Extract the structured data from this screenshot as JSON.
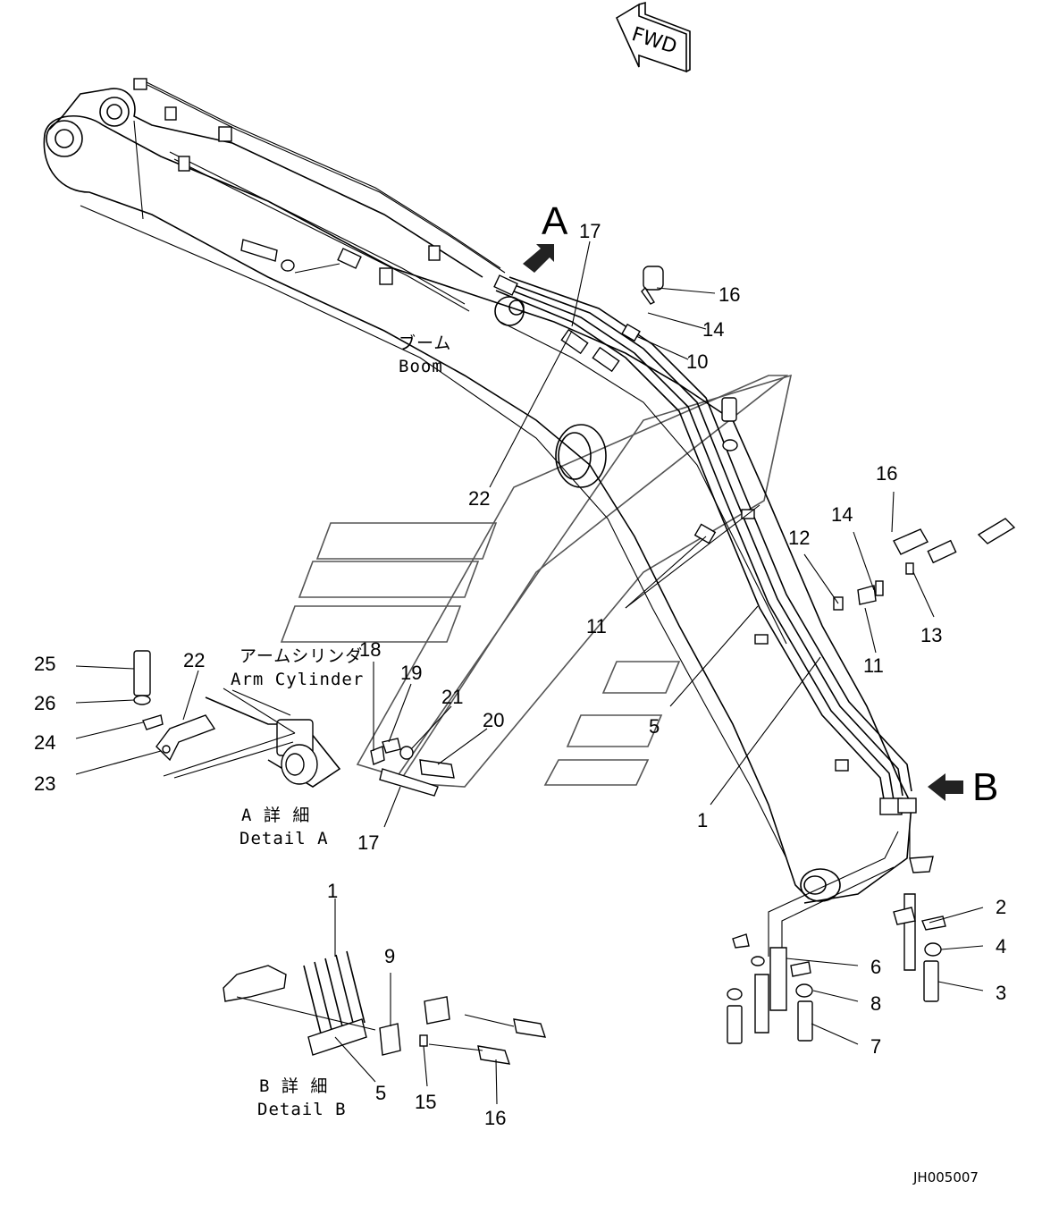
{
  "title": "",
  "fwd_label": "FWD",
  "view_markers": {
    "a": "A",
    "b": "B"
  },
  "labels": {
    "boom_jp": "ブーム",
    "boom_en": "Boom",
    "arm_cylinder_jp": "アームシリンダ",
    "arm_cylinder_en": "Arm Cylinder",
    "detail_a_jp": "A 詳 細",
    "detail_a_en": "Detail A",
    "detail_b_jp": "B 詳 細",
    "detail_b_en": "Detail B"
  },
  "callouts": {
    "c17a": "17",
    "c16a": "16",
    "c14a": "14",
    "c10": "10",
    "c22a": "22",
    "c16b": "16",
    "c14b": "14",
    "c12": "12",
    "c11a": "11",
    "c11b": "11",
    "c13": "13",
    "c5a": "5",
    "c1a": "1",
    "c25": "25",
    "c22b": "22",
    "c26": "26",
    "c24": "24",
    "c23": "23",
    "c18": "18",
    "c19": "19",
    "c21": "21",
    "c20": "20",
    "c17b": "17",
    "c1b": "1",
    "c9": "9",
    "c5b": "5",
    "c15": "15",
    "c16c": "16",
    "c2": "2",
    "c4": "4",
    "c3": "3",
    "c6": "6",
    "c8": "8",
    "c7": "7"
  },
  "drawing_number": "JH005007"
}
